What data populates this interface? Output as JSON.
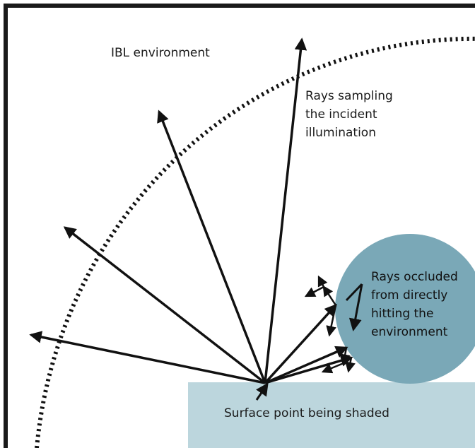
{
  "labels": {
    "environment": "IBL environment",
    "rays_sampling": [
      "Rays sampling",
      "the incident",
      "illumination"
    ],
    "rays_occluded": [
      "Rays occluded",
      "from directly",
      "hitting the",
      "environment"
    ],
    "surface_point": "Surface point being shaded"
  },
  "colors": {
    "frame": "#1a1a1a",
    "occluder_fill": "#7aa8b7",
    "surface_fill": "#bcd6dd",
    "ray": "#111111"
  }
}
